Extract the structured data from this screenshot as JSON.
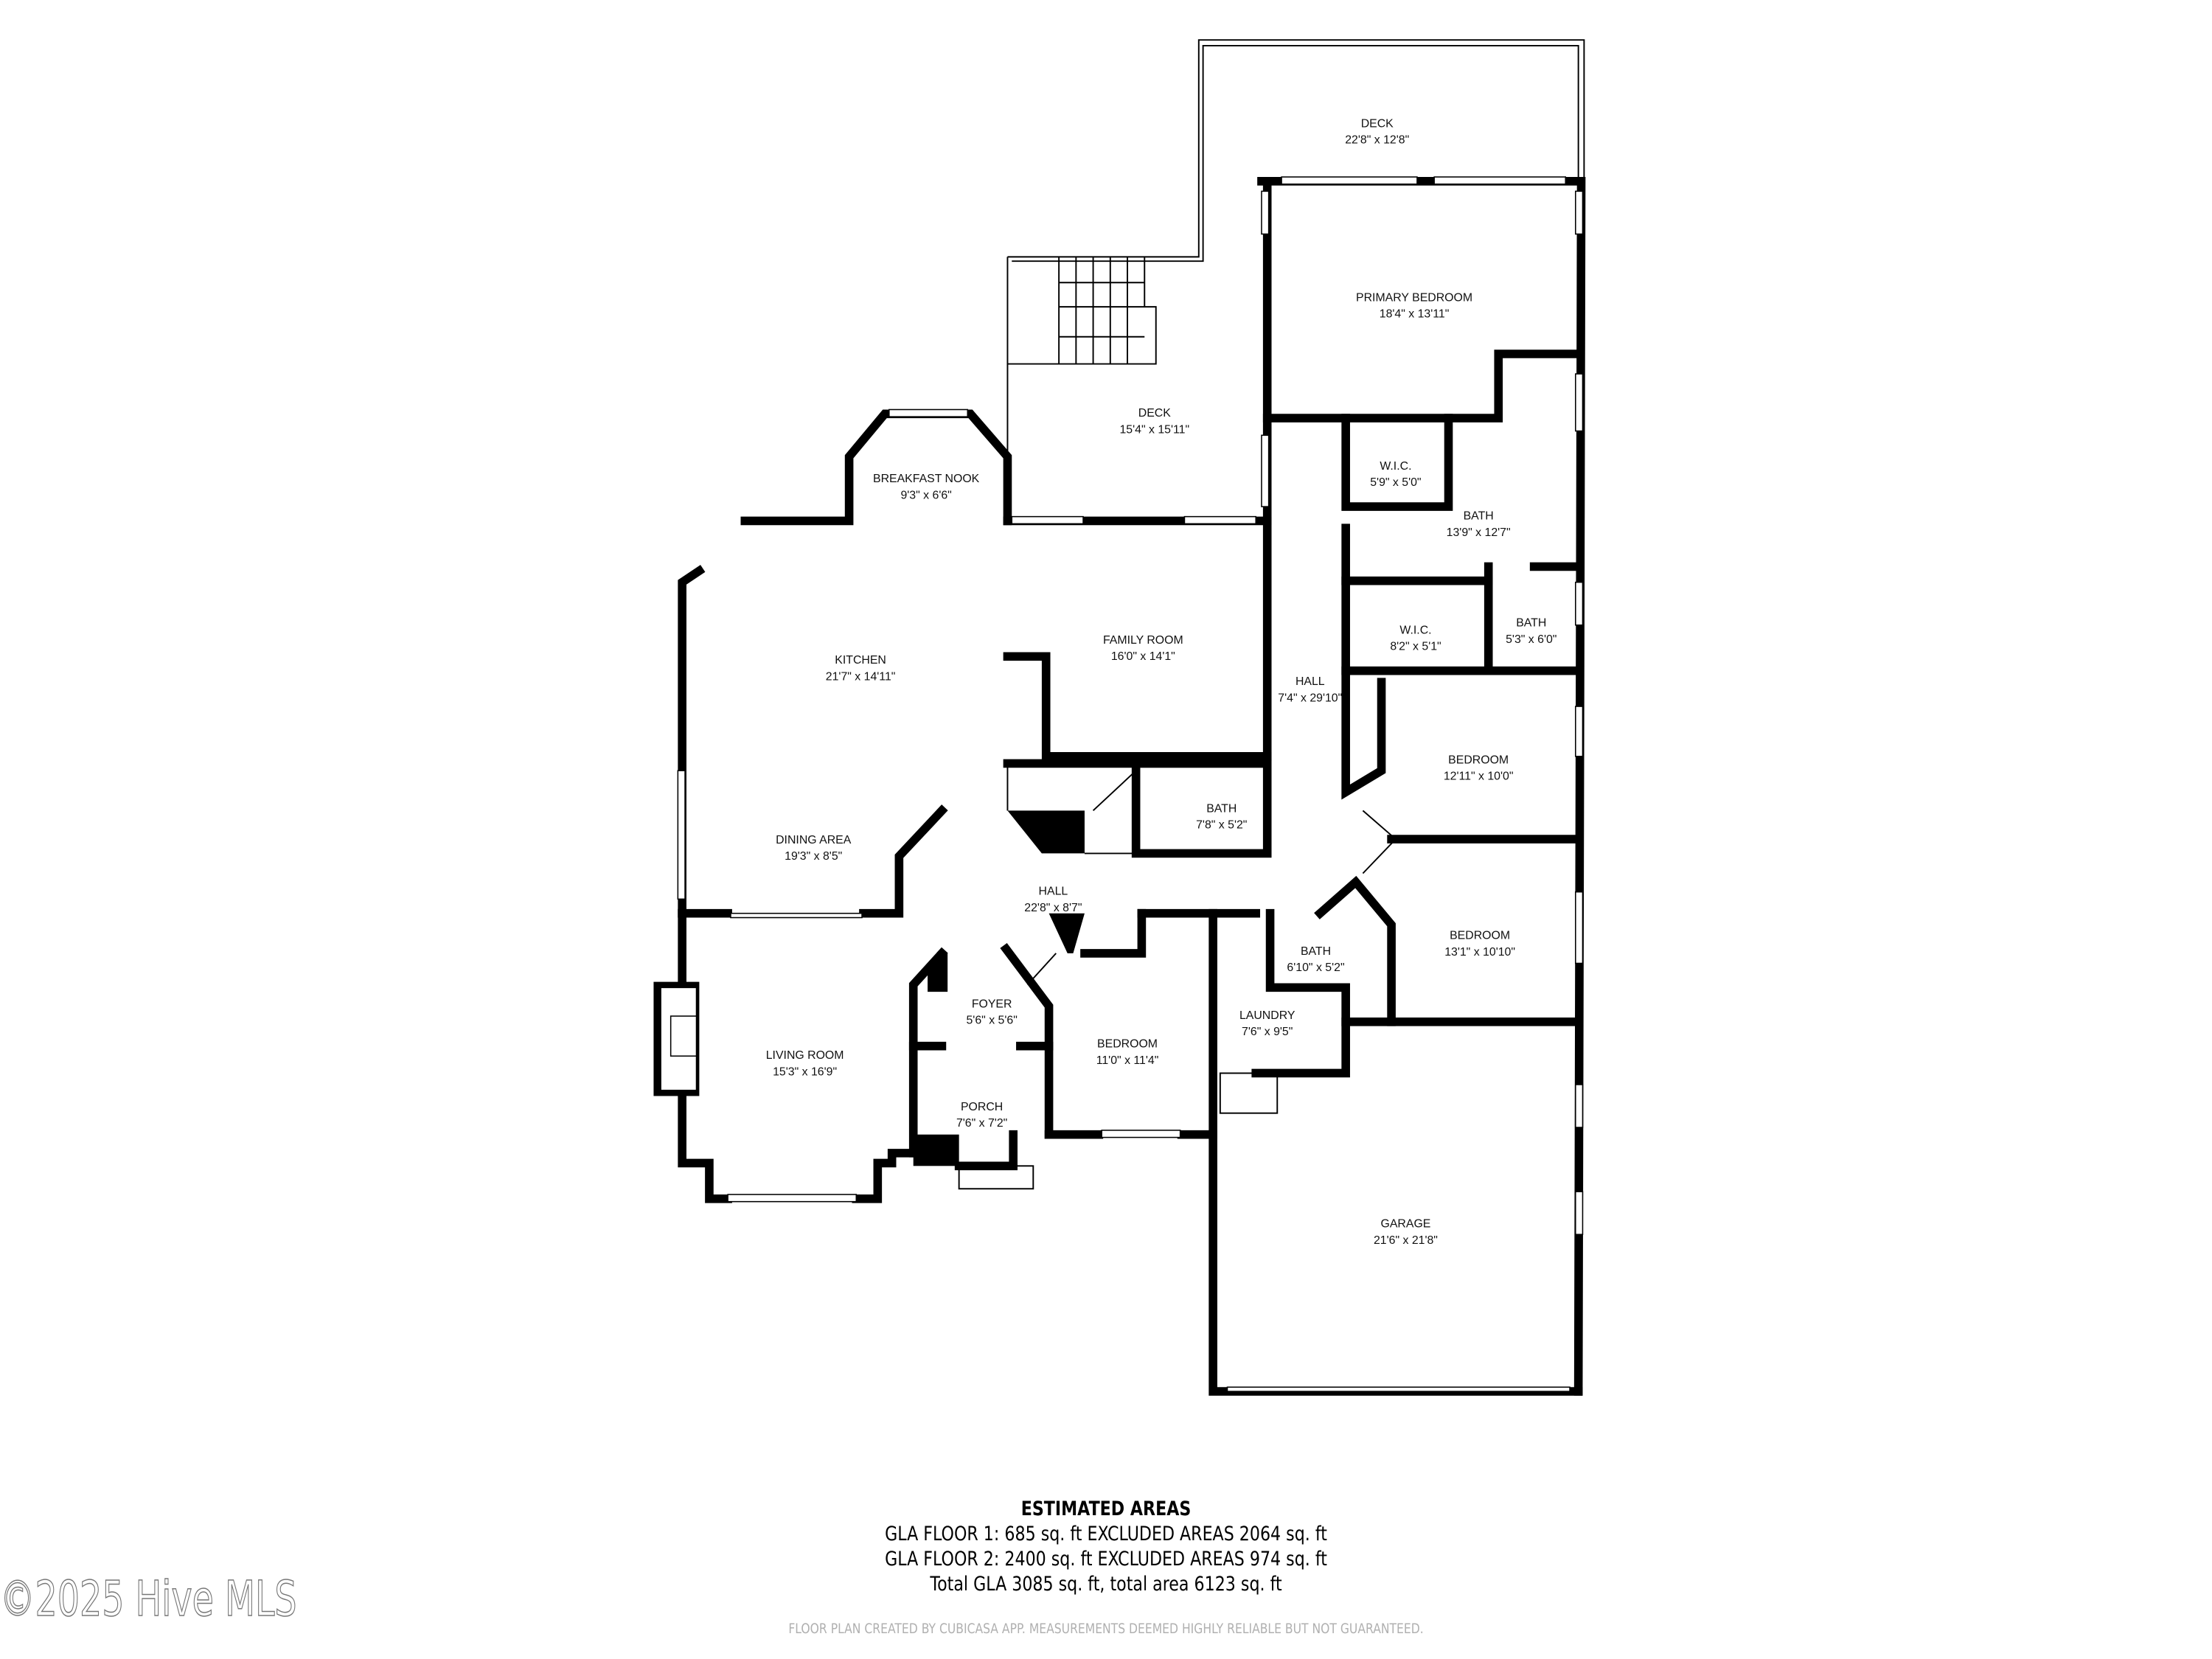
{
  "rooms": [
    {
      "name": "DECK",
      "dims": "22'8\" x 12'8\""
    },
    {
      "name": "PRIMARY BEDROOM",
      "dims": "18'4\" x 13'11\""
    },
    {
      "name": "DECK",
      "dims": "15'4\" x 15'11\""
    },
    {
      "name": "BREAKFAST NOOK",
      "dims": "9'3\" x 6'6\""
    },
    {
      "name": "W.I.C.",
      "dims": "5'9\" x 5'0\""
    },
    {
      "name": "BATH",
      "dims": "13'9\" x 12'7\""
    },
    {
      "name": "KITCHEN",
      "dims": "21'7\" x 14'11\""
    },
    {
      "name": "FAMILY ROOM",
      "dims": "16'0\" x 14'1\""
    },
    {
      "name": "W.I.C.",
      "dims": "8'2\" x 5'1\""
    },
    {
      "name": "BATH",
      "dims": "5'3\" x 6'0\""
    },
    {
      "name": "HALL",
      "dims": "7'4\" x 29'10\""
    },
    {
      "name": "BEDROOM",
      "dims": "12'11\" x 10'0\""
    },
    {
      "name": "BATH",
      "dims": "7'8\" x 5'2\""
    },
    {
      "name": "DINING AREA",
      "dims": "19'3\" x 8'5\""
    },
    {
      "name": "HALL",
      "dims": "22'8\" x 8'7\""
    },
    {
      "name": "BEDROOM",
      "dims": "13'1\" x 10'10\""
    },
    {
      "name": "BATH",
      "dims": "6'10\" x 5'2\""
    },
    {
      "name": "FOYER",
      "dims": "5'6\" x 5'6\""
    },
    {
      "name": "LAUNDRY",
      "dims": "7'6\" x 9'5\""
    },
    {
      "name": "BEDROOM",
      "dims": "11'0\" x 11'4\""
    },
    {
      "name": "LIVING ROOM",
      "dims": "15'3\" x 16'9\""
    },
    {
      "name": "PORCH",
      "dims": "7'6\" x 7'2\""
    },
    {
      "name": "GARAGE",
      "dims": "21'6\" x 21'8\""
    }
  ],
  "summary": {
    "heading": "ESTIMATED AREAS",
    "lines": [
      "GLA FLOOR 1: 685 sq. ft EXCLUDED AREAS 2064 sq. ft",
      "GLA FLOOR 2: 2400 sq. ft EXCLUDED AREAS 974 sq. ft",
      "Total GLA 3085 sq. ft, total area 6123 sq. ft"
    ]
  },
  "footer": "FLOOR PLAN CREATED BY CUBICASA APP. MEASUREMENTS DEEMED HIGHLY RELIABLE BUT NOT GUARANTEED.",
  "watermark": "©2025 Hive MLS",
  "colors": {
    "wall": "#000000",
    "background": "#ffffff",
    "footer": "#b0b0b0"
  }
}
